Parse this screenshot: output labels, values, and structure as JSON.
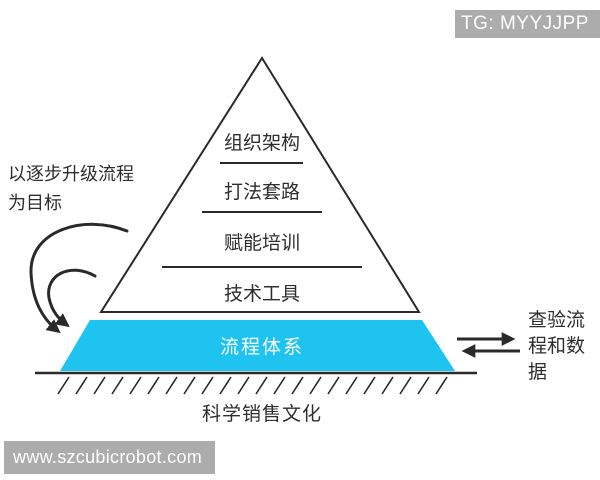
{
  "watermarks": {
    "telegram": "TG: MYYJJPP",
    "website": "www.szcubicrobot.com"
  },
  "pyramid": {
    "levels": [
      {
        "label": "组织架构"
      },
      {
        "label": "打法套路"
      },
      {
        "label": "赋能培训"
      },
      {
        "label": "技术工具"
      }
    ],
    "base_label": "流程体系",
    "ground_label": "科学销售文化"
  },
  "annotations": {
    "left_note_line1": "以逐步升级流程",
    "left_note_line2": "为目标",
    "right_note": "查验流程和数据"
  },
  "colors": {
    "base_fill": "#1EC3EF",
    "watermark_bg": "#ACACAC",
    "stroke": "#2A2A2A"
  }
}
